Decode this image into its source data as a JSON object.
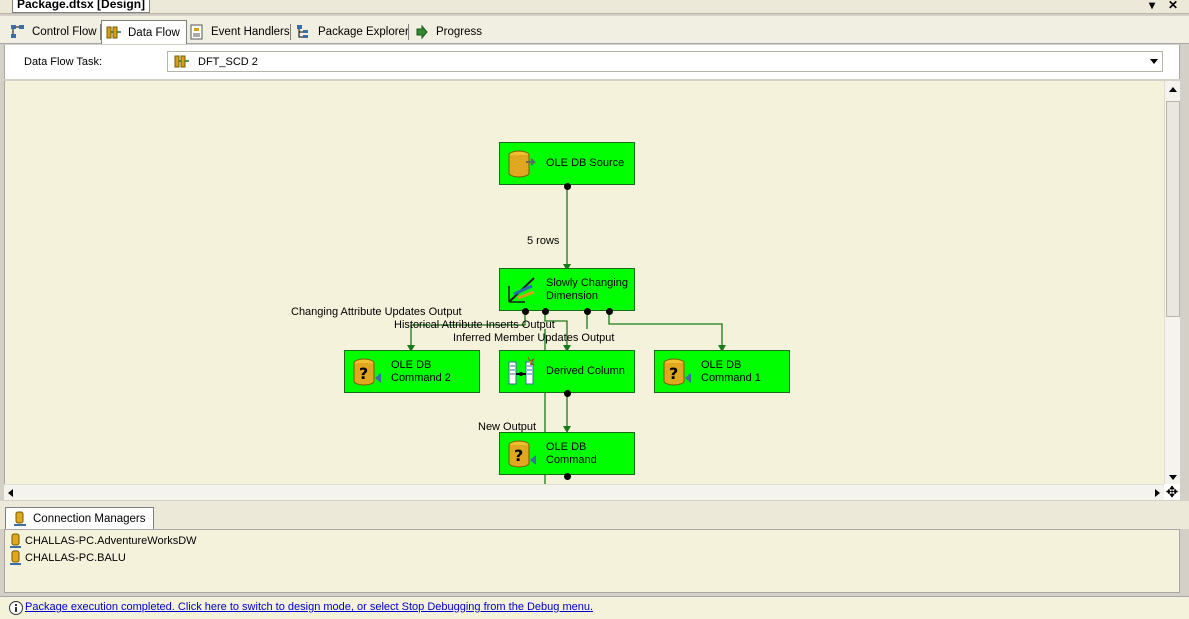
{
  "window": {
    "title": "Package.dtsx [Design]",
    "pin_glyph": "▾",
    "close_glyph": "✕"
  },
  "tabs": [
    {
      "label": "Control Flow",
      "icon": "control-flow-icon"
    },
    {
      "label": "Data Flow",
      "icon": "data-flow-icon",
      "active": true
    },
    {
      "label": "Event Handlers",
      "icon": "event-handlers-icon"
    },
    {
      "label": "Package Explorer",
      "icon": "package-explorer-icon"
    },
    {
      "label": "Progress",
      "icon": "progress-arrow-icon"
    }
  ],
  "task": {
    "label": "Data Flow Task:",
    "value": "DFT_SCD 2"
  },
  "components": {
    "ole_db_source": "OLE DB Source",
    "scd": "Slowly Changing Dimension",
    "ole_db_command_2": "OLE DB Command 2",
    "derived_column": "Derived Column",
    "ole_db_command_1": "OLE DB Command 1",
    "ole_db_command": "OLE DB Command"
  },
  "paths": {
    "rows": "5 rows",
    "changing": "Changing Attribute Updates Output",
    "historical": "Historical Attribute Inserts Output",
    "inferred": "Inferred Member Updates Output",
    "new_output": "New Output"
  },
  "connection_managers": {
    "tab_label": "Connection Managers",
    "items": [
      "CHALLAS-PC.AdventureWorksDW",
      "CHALLAS-PC.BALU"
    ]
  },
  "status": {
    "message": "Package execution completed. Click here to switch to design mode, or select Stop Debugging from the Debug menu."
  },
  "colors": {
    "component_fill": "#00ff00",
    "path_line": "#1a7a1a",
    "surface": "#f5f2dc"
  }
}
